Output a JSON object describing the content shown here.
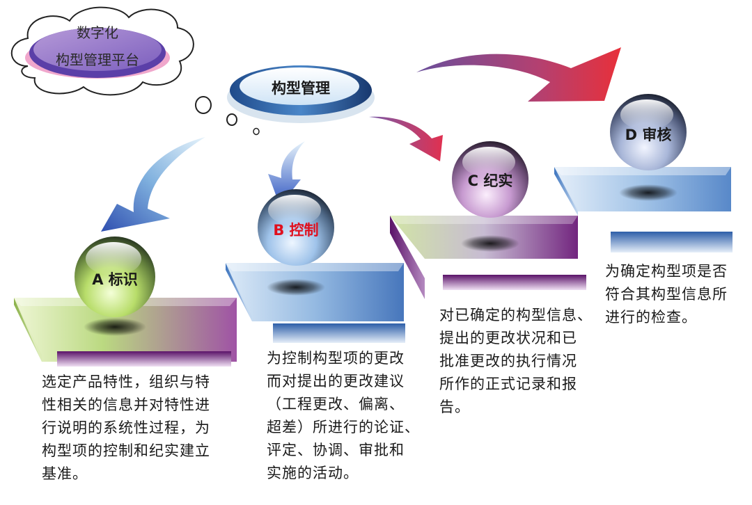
{
  "platform": {
    "line1": "数字化",
    "line2": "构型管理平台"
  },
  "hub": {
    "label": "构型管理"
  },
  "steps": [
    {
      "label": "A 标识",
      "label_color": "#1a1a1a",
      "desc": [
        "选定产品特性，组织与特",
        "性相关的信息并对特性进",
        "行说明的系统性过程，为",
        "构型项的控制和纪实建立",
        "基准。"
      ]
    },
    {
      "label": "B 控制",
      "label_color": "#e0101e",
      "desc": [
        "为控制构型项的更改",
        "而对提出的更改建议",
        "（工程更改、偏离、",
        "超差）所进行的论证、",
        "评定、协调、审批和",
        "实施的活动。"
      ]
    },
    {
      "label": "C 纪实",
      "label_color": "#1a1a1a",
      "desc": [
        "对已确定的构型信息、",
        "提出的更改状况和已",
        "批准更改的执行情况",
        "所作的正式记录和报",
        "告。"
      ]
    },
    {
      "label": "D 审核",
      "label_color": "#1a1a1a",
      "desc": [
        "为确定构型项是否",
        "符合其构型信息所",
        "进行的检查。"
      ]
    }
  ]
}
